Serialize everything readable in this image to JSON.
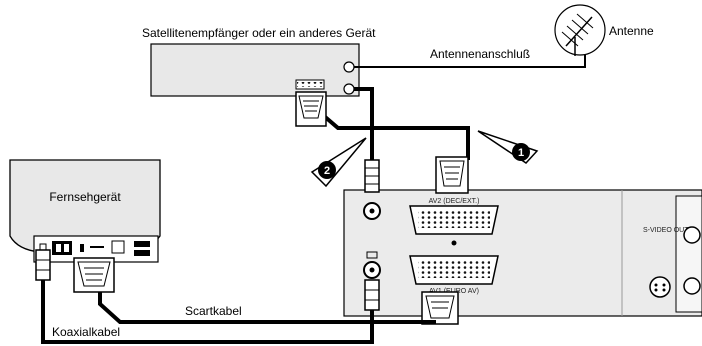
{
  "labels": {
    "satellite_receiver": "Satellitenempfänger oder ein anderes Gerät",
    "antenna": "Antenne",
    "antenna_connection": "Antennenanschluß",
    "tv": "Fernsehgerät",
    "scart_cable": "Scartkabel",
    "coax_cable": "Koaxialkabel",
    "av2_port": "AV2 (DEC/EXT.)",
    "av1_port": "AV1 (EURO AV)",
    "svideo_out": "S-VIDEO OUT",
    "callout_1": "1",
    "callout_2": "2"
  },
  "icons": [
    "antenna-icon",
    "scart-plug-icon",
    "coax-plug-icon"
  ],
  "colors": {
    "panel": "#ebebeb",
    "device": "#e8e8e8",
    "line": "#000000"
  }
}
